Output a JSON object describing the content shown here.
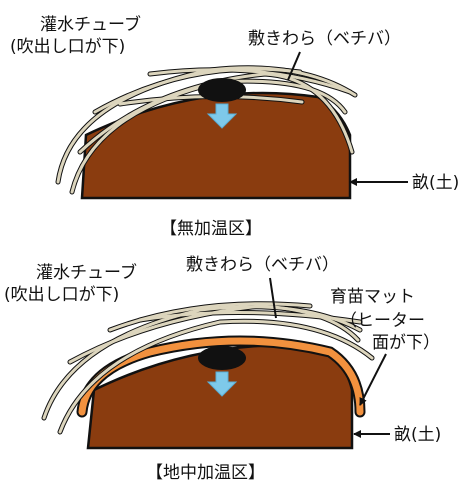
{
  "panel_top": {
    "tube_label_line1": "灌水チューブ",
    "tube_label_line2": "(吹出し口が下)",
    "straw_label": "敷きわら（ベチバ）",
    "soil_label": "畝(土)",
    "caption": "【無加温区】"
  },
  "panel_bottom": {
    "tube_label_line1": "灌水チューブ",
    "tube_label_line2": "(吹出し口が下)",
    "straw_label": "敷きわら（ベチバ）",
    "mat_label_line1": "育苗マット",
    "mat_label_line2": "（ヒーター",
    "mat_label_line3": "面が下）",
    "soil_label": "畝(土)",
    "caption": "【地中加温区】"
  },
  "colors": {
    "soil": "#8a3c0f",
    "straw": "#dcd5bd",
    "mat": "#f2913e",
    "tube": "#111111",
    "water_arrow": "#7ec9ea"
  }
}
